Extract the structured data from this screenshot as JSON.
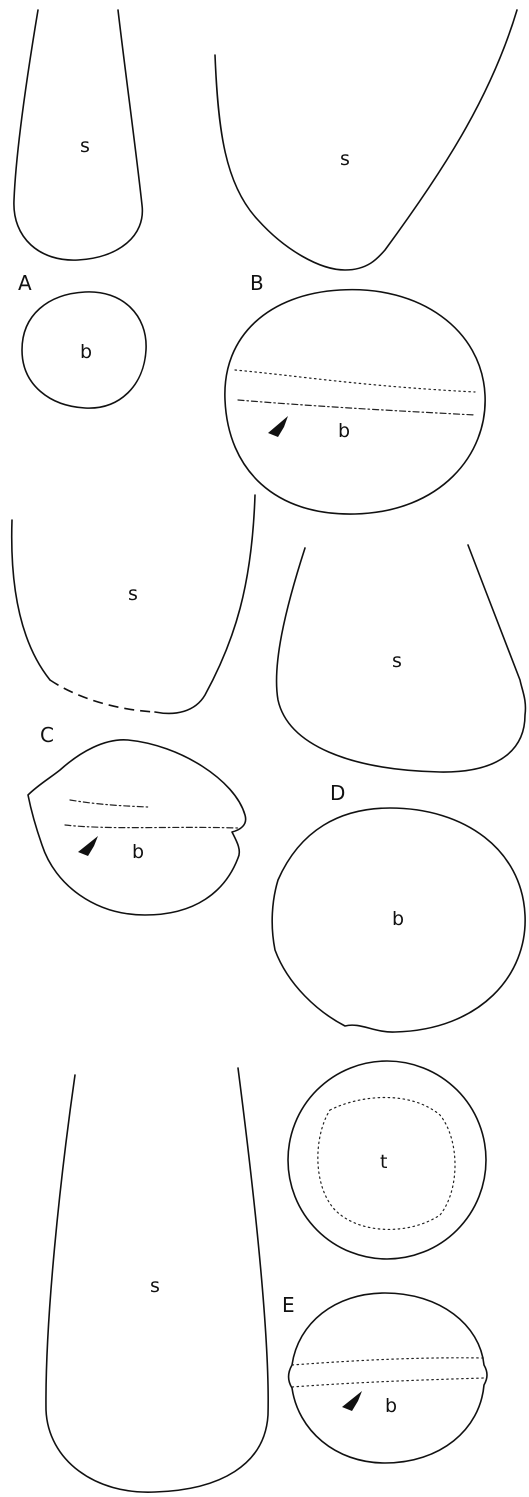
{
  "panels": {
    "A": {
      "panel_label": "A",
      "stalk_label": "s",
      "body_label": "b"
    },
    "B": {
      "panel_label": "B",
      "stalk_label": "s",
      "body_label": "b"
    },
    "C": {
      "panel_label": "C",
      "stalk_label": "s",
      "body_label": "b"
    },
    "D": {
      "panel_label": "D",
      "stalk_label": "s",
      "body_label": "b"
    },
    "E": {
      "panel_label": "E",
      "stalk_label": "s",
      "top_label": "t",
      "body_label": "b"
    }
  }
}
